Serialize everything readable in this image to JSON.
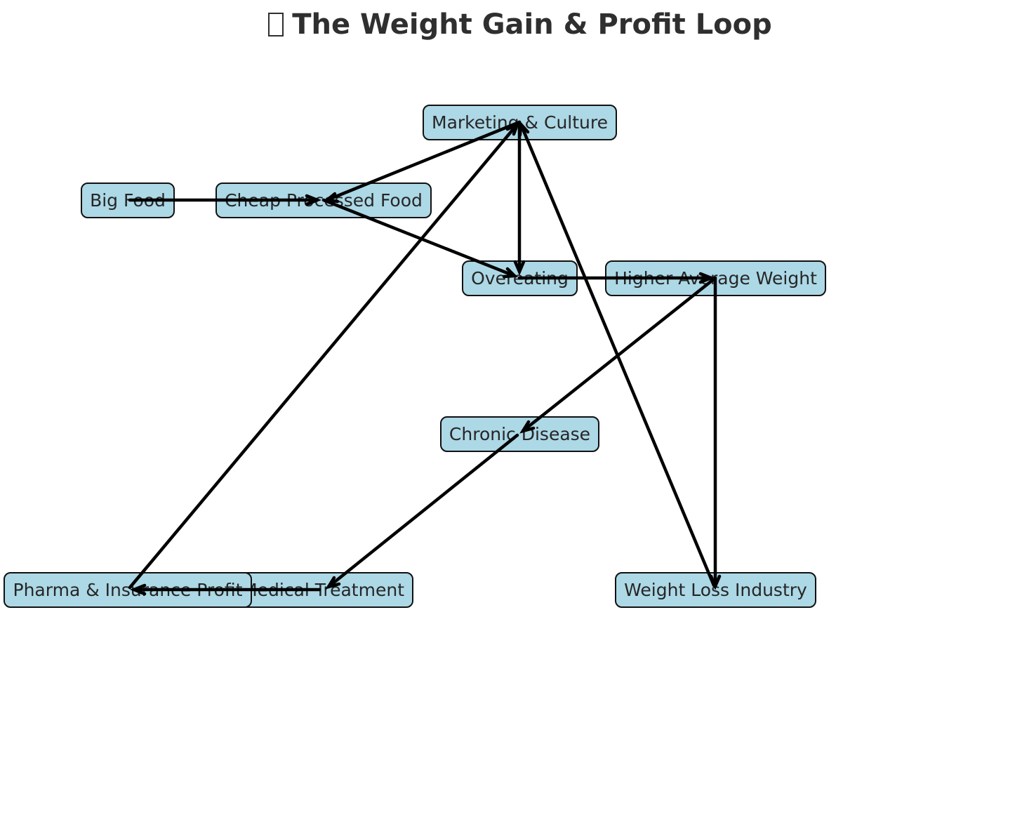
{
  "diagram": {
    "title": "The Weight Gain & Profit Loop",
    "title_icon": "missing-glyph",
    "node_fill": "#add8e6",
    "edge_color": "#000000",
    "nodes": {
      "marketing": "Marketing & Culture",
      "big_food": "Big Food",
      "cheap_food": "Cheap Processed Food",
      "overeating": "Overeating",
      "higher_weight": "Higher Average Weight",
      "chronic": "Chronic Disease",
      "pharma": "Pharma & Insurance Profit",
      "medical": "Medical Treatment",
      "weight_loss": "Weight Loss Industry"
    },
    "edges": [
      {
        "from": "Big Food",
        "to": "Cheap Processed Food"
      },
      {
        "from": "Cheap Processed Food",
        "to": "Overeating"
      },
      {
        "from": "Marketing & Culture",
        "to": "Cheap Processed Food"
      },
      {
        "from": "Marketing & Culture",
        "to": "Overeating"
      },
      {
        "from": "Overeating",
        "to": "Higher Average Weight"
      },
      {
        "from": "Higher Average Weight",
        "to": "Chronic Disease"
      },
      {
        "from": "Higher Average Weight",
        "to": "Weight Loss Industry"
      },
      {
        "from": "Chronic Disease",
        "to": "Medical Treatment"
      },
      {
        "from": "Medical Treatment",
        "to": "Pharma & Insurance Profit"
      },
      {
        "from": "Pharma & Insurance Profit",
        "to": "Marketing & Culture"
      },
      {
        "from": "Weight Loss Industry",
        "to": "Marketing & Culture"
      }
    ]
  }
}
